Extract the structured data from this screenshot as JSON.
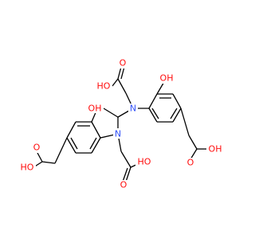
{
  "molecule": {
    "bond_color": "#000000",
    "atom_colors": {
      "O": "#ff0d0d",
      "N": "#3050f8",
      "H": "#ff0d0d"
    },
    "labels": {
      "n_left": "N",
      "n_right": "N",
      "oh_top_acid": "HO",
      "o_top_acid": "O",
      "oh_phenol_right": "OH",
      "oh_phenol_left": "OH",
      "oh_left_acid": "HO",
      "o_left_acid": "O",
      "oh_mid_acid": "HO",
      "o_mid_acid": "O",
      "oh_right_acid": "OH",
      "o_right_acid": "O"
    }
  }
}
